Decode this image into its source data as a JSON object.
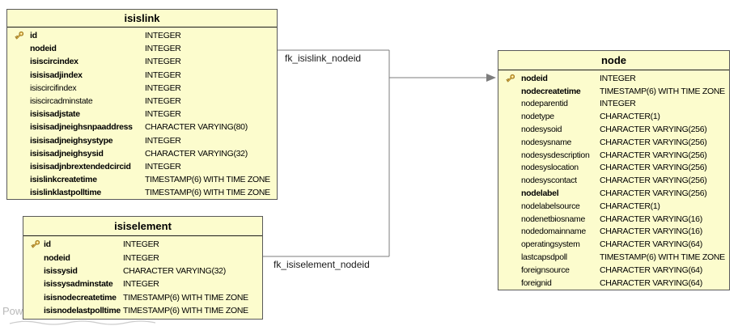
{
  "diagram": {
    "tables": [
      {
        "title": "isislink",
        "fields": [
          {
            "name": "id",
            "type": "INTEGER",
            "key": true,
            "bold": true
          },
          {
            "name": "nodeid",
            "type": "INTEGER",
            "key": false,
            "bold": true
          },
          {
            "name": "isiscircindex",
            "type": "INTEGER",
            "key": false,
            "bold": true
          },
          {
            "name": "isisisadjindex",
            "type": "INTEGER",
            "key": false,
            "bold": true
          },
          {
            "name": "isiscircifindex",
            "type": "INTEGER",
            "key": false,
            "bold": false
          },
          {
            "name": "isiscircadminstate",
            "type": "INTEGER",
            "key": false,
            "bold": false
          },
          {
            "name": "isisisadjstate",
            "type": "INTEGER",
            "key": false,
            "bold": true
          },
          {
            "name": "isisisadjneighsnpaaddress",
            "type": "CHARACTER VARYING(80)",
            "key": false,
            "bold": true
          },
          {
            "name": "isisisadjneighsystype",
            "type": "INTEGER",
            "key": false,
            "bold": true
          },
          {
            "name": "isisisadjneighsysid",
            "type": "CHARACTER VARYING(32)",
            "key": false,
            "bold": true
          },
          {
            "name": "isisisadjnbrextendedcircid",
            "type": "INTEGER",
            "key": false,
            "bold": true
          },
          {
            "name": "isislinkcreatetime",
            "type": "TIMESTAMP(6) WITH TIME ZONE",
            "key": false,
            "bold": true
          },
          {
            "name": "isislinklastpolltime",
            "type": "TIMESTAMP(6) WITH TIME ZONE",
            "key": false,
            "bold": true
          }
        ]
      },
      {
        "title": "isiselement",
        "fields": [
          {
            "name": "id",
            "type": "INTEGER",
            "key": true,
            "bold": true
          },
          {
            "name": "nodeid",
            "type": "INTEGER",
            "key": false,
            "bold": true
          },
          {
            "name": "isissysid",
            "type": "CHARACTER VARYING(32)",
            "key": false,
            "bold": true
          },
          {
            "name": "isissysadminstate",
            "type": "INTEGER",
            "key": false,
            "bold": true
          },
          {
            "name": "isisnodecreatetime",
            "type": "TIMESTAMP(6) WITH TIME ZONE",
            "key": false,
            "bold": true
          },
          {
            "name": "isisnodelastpolltime",
            "type": "TIMESTAMP(6) WITH TIME ZONE",
            "key": false,
            "bold": true
          }
        ]
      },
      {
        "title": "node",
        "fields": [
          {
            "name": "nodeid",
            "type": "INTEGER",
            "key": true,
            "bold": true
          },
          {
            "name": "nodecreatetime",
            "type": "TIMESTAMP(6) WITH TIME ZONE",
            "key": false,
            "bold": true
          },
          {
            "name": "nodeparentid",
            "type": "INTEGER",
            "key": false,
            "bold": false
          },
          {
            "name": "nodetype",
            "type": "CHARACTER(1)",
            "key": false,
            "bold": false
          },
          {
            "name": "nodesysoid",
            "type": "CHARACTER VARYING(256)",
            "key": false,
            "bold": false
          },
          {
            "name": "nodesysname",
            "type": "CHARACTER VARYING(256)",
            "key": false,
            "bold": false
          },
          {
            "name": "nodesysdescription",
            "type": "CHARACTER VARYING(256)",
            "key": false,
            "bold": false
          },
          {
            "name": "nodesyslocation",
            "type": "CHARACTER VARYING(256)",
            "key": false,
            "bold": false
          },
          {
            "name": "nodesyscontact",
            "type": "CHARACTER VARYING(256)",
            "key": false,
            "bold": false
          },
          {
            "name": "nodelabel",
            "type": "CHARACTER VARYING(256)",
            "key": false,
            "bold": true
          },
          {
            "name": "nodelabelsource",
            "type": "CHARACTER(1)",
            "key": false,
            "bold": false
          },
          {
            "name": "nodenetbiosname",
            "type": "CHARACTER VARYING(16)",
            "key": false,
            "bold": false
          },
          {
            "name": "nodedomainname",
            "type": "CHARACTER VARYING(16)",
            "key": false,
            "bold": false
          },
          {
            "name": "operatingsystem",
            "type": "CHARACTER VARYING(64)",
            "key": false,
            "bold": false
          },
          {
            "name": "lastcapsdpoll",
            "type": "TIMESTAMP(6) WITH TIME ZONE",
            "key": false,
            "bold": false
          },
          {
            "name": "foreignsource",
            "type": "CHARACTER VARYING(64)",
            "key": false,
            "bold": false
          },
          {
            "name": "foreignid",
            "type": "CHARACTER VARYING(64)",
            "key": false,
            "bold": false
          }
        ]
      }
    ],
    "relationships": [
      {
        "label": "fk_isislink_nodeid"
      },
      {
        "label": "fk_isiselement_nodeid"
      }
    ],
    "watermark": "Pow"
  },
  "colors": {
    "table_fill": "#fcfccd",
    "table_border": "#595959",
    "header_separator": "#1a1a1a",
    "connector": "#7d7d7d",
    "key_gold": "#e8b84b",
    "key_outline": "#8b6914",
    "watermark": "#b9b9b9"
  }
}
